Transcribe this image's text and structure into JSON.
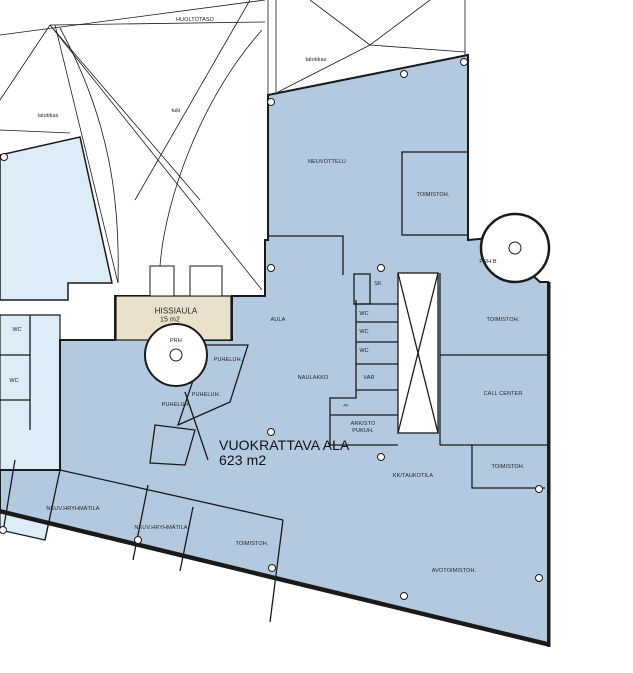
{
  "colors": {
    "rentable": "#b3c9e0",
    "adjacent": "#ddedf8",
    "lobby": "#e9e1cc",
    "walls": "#1a1a1a"
  },
  "plan": {
    "total_label": "VUOKRATTAVA ALA",
    "total_area": "623 m2",
    "lobby": {
      "name": "HISSIAULA",
      "area": "15 m2"
    },
    "labels": {
      "service_level": "HUOLTOTASO",
      "cladding_1": "talotikas",
      "cladding_2": "talotikas",
      "support": "tuki",
      "meeting": "NEUVOTTELU",
      "office_top": "TOIMISTOH.",
      "stair_b": "PRH B",
      "cleaning": "SK",
      "lobby_hall": "AULA",
      "stair": "PRH",
      "wc_left_1": "WC",
      "wc_left_2": "WC",
      "wc_1": "WC",
      "wc_2": "WC",
      "wc_3": "WC",
      "storage": "VAR",
      "phone_1": "PUHELUH.",
      "phone_2": "PUHELUH.",
      "phone_3": "PUHELUH.",
      "coat_room": "NAULAKKO",
      "ak": "AK",
      "archive_1": "ARKISTO",
      "archive_2": "PUKUH.",
      "office_right_1": "TOIMISTOH.",
      "call_center": "CALL CENTER",
      "office_right_2": "TOIMISTOH.",
      "kitchen": "KK/TAUKOTILA",
      "group_room_1": "NEUV.HRYHMÄTILA",
      "group_room_2": "NEUV.HRYHMÄTILA",
      "office_bottom": "TOIMISTOH.",
      "open_office": "AVOTOIMISTOH."
    }
  }
}
